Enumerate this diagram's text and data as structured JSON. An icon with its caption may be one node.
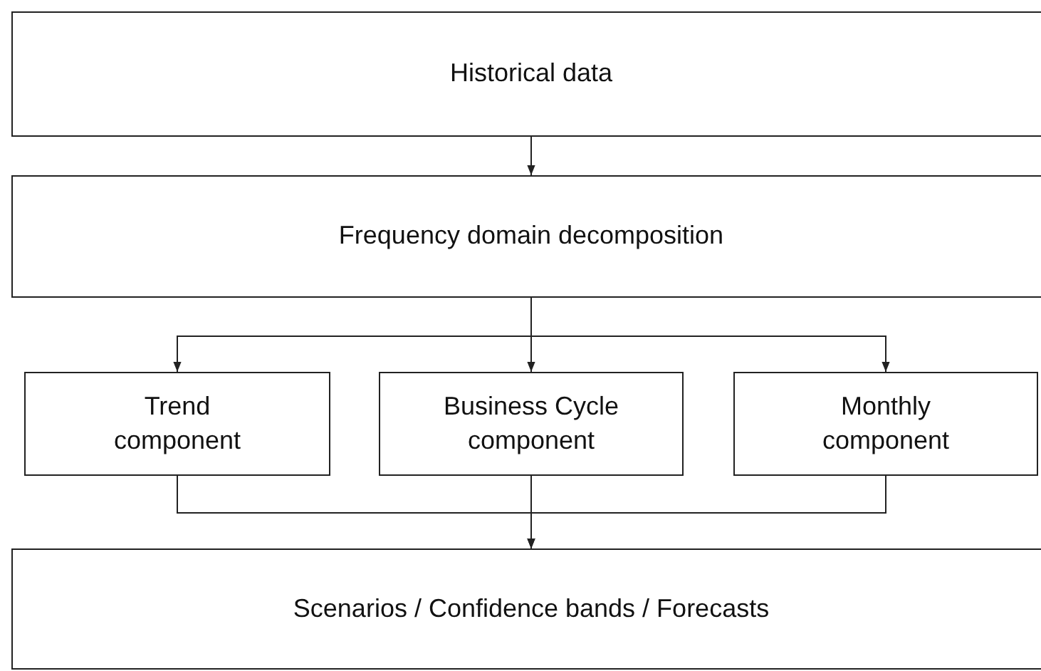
{
  "diagram": {
    "nodes": [
      {
        "text": [
          "Historical data"
        ]
      },
      {
        "text": [
          "Frequency domain decomposition"
        ]
      },
      {
        "text": [
          "Trend component"
        ]
      },
      {
        "text": [
          "Business Cycle component"
        ]
      },
      {
        "text": [
          "Monthly component"
        ]
      },
      {
        "text": [
          "Scenarios / Confidence bands / Forecasts"
        ]
      }
    ],
    "edges": [
      {
        "from": 0,
        "to": 1,
        "arrow": "to"
      },
      {
        "from": 1,
        "to": 2,
        "arrow": "to"
      },
      {
        "from": 1,
        "to": 3,
        "arrow": "to"
      },
      {
        "from": 1,
        "to": 4,
        "arrow": "to"
      },
      {
        "from": 2,
        "to": 5,
        "arrow": "to"
      },
      {
        "from": 3,
        "to": 5,
        "arrow": "to"
      },
      {
        "from": 4,
        "to": 5,
        "arrow": "to"
      }
    ]
  }
}
